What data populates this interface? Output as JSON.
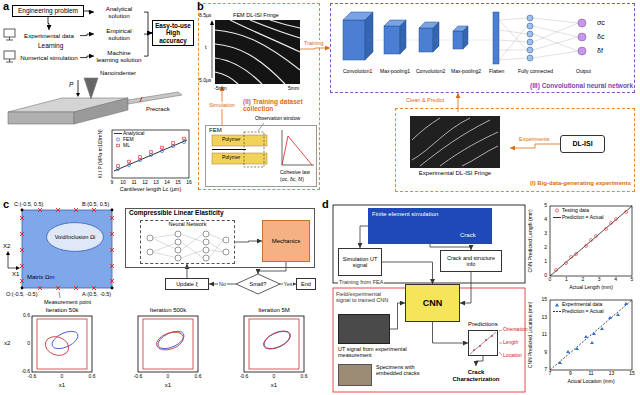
{
  "diagram": {
    "nodes": [
      {
        "text": [
          "Engineering problem"
        ]
      },
      {
        "text": [
          "Analytical solution"
        ]
      },
      {
        "text": [
          "Experimental data"
        ]
      },
      {
        "text": [
          "Empirical solution"
        ]
      },
      {
        "text": [
          "Numerical simulation"
        ]
      },
      {
        "text": [
          "Machine learning solution"
        ]
      },
      {
        "text": [
          "Easy-to-use High accuracy"
        ]
      },
      {
        "text": [
          "(II) Training dataset collection"
        ]
      },
      {
        "text": [
          "FEM DL-ISI Fringe"
        ],
        "in": 7
      },
      {
        "text": [
          "FEM"
        ],
        "in": 7
      },
      {
        "text": [
          "(III) Convolutional neural network"
        ]
      },
      {
        "text": [
          "(I) Big-data-generating experiments"
        ]
      },
      {
        "text": [
          "Experimental DL-ISI Fringe"
        ],
        "in": 11
      },
      {
        "text": [
          "DL-ISI"
        ],
        "in": 11
      },
      {
        "text": [
          "Matrix Ωm"
        ]
      },
      {
        "text": [
          "Void/inclusion Ωi"
        ],
        "in": 14
      },
      {
        "text": [
          "Compressible Linear Elasticity"
        ]
      },
      {
        "text": [
          "Neural Network"
        ],
        "in": 16
      },
      {
        "text": [
          "Mechanics"
        ],
        "in": 16
      },
      {
        "text": [
          "Small?"
        ]
      },
      {
        "text": [
          "End"
        ]
      },
      {
        "text": [
          "Update ξ"
        ]
      },
      {
        "text": [
          "Finite element simulation",
          "Crack"
        ]
      },
      {
        "text": [
          "Simulation UT signal"
        ]
      },
      {
        "text": [
          "Crack and structure info"
        ]
      },
      {
        "text": [
          "CNN"
        ]
      },
      {
        "text": [
          "UT signal from experimental measurement"
        ]
      },
      {
        "text": [
          "Specimens with embedded cracks"
        ]
      },
      {
        "text": [
          "Predictions"
        ]
      },
      {
        "text": [
          "Crack Characterization"
        ]
      }
    ],
    "edges": [
      {
        "from": 0,
        "to": 1,
        "arrow": "to"
      },
      {
        "from": 0,
        "to": 2,
        "arrow": "to"
      },
      {
        "from": 2,
        "to": 3,
        "arrow": "to"
      },
      {
        "from": 4,
        "to": 5,
        "arrow": "to"
      },
      {
        "from": 1,
        "to": 6,
        "arrow": "to"
      },
      {
        "from": 3,
        "to": 6,
        "arrow": "to"
      },
      {
        "from": 5,
        "to": 6,
        "arrow": "to"
      },
      {
        "from": 9,
        "to": 8,
        "arrow": "to",
        "label": "Simulation"
      },
      {
        "from": 8,
        "to": 10,
        "arrow": "to",
        "label": "Training"
      },
      {
        "from": 12,
        "to": 10,
        "arrow": "to",
        "label": "Clean & Predict"
      },
      {
        "from": 13,
        "to": 12,
        "arrow": "to",
        "label": "Experiments"
      },
      {
        "from": 17,
        "to": 18,
        "arrow": "to"
      },
      {
        "from": 18,
        "to": 19,
        "arrow": "to"
      },
      {
        "from": 19,
        "to": 20,
        "arrow": "to",
        "label": "Yes"
      },
      {
        "from": 19,
        "to": 21,
        "arrow": "to",
        "label": "No"
      },
      {
        "from": 21,
        "to": 17,
        "arrow": "to"
      },
      {
        "from": 22,
        "to": 23,
        "arrow": "to"
      },
      {
        "from": 22,
        "to": 24,
        "arrow": "to"
      },
      {
        "from": 23,
        "to": 25,
        "arrow": "to",
        "label": "Training from FEA"
      },
      {
        "from": 24,
        "to": 25,
        "arrow": "to"
      },
      {
        "from": 26,
        "to": 25,
        "arrow": "to",
        "label": "Field/experimental signal to trained CNN"
      },
      {
        "from": 25,
        "to": 28,
        "arrow": "to"
      },
      {
        "from": 28,
        "to": 29,
        "arrow": "to"
      }
    ],
    "labels": [
      "a",
      "Learning",
      "Nanoindenter",
      "P",
      "Precrack",
      "KI / P (MPa·m1/2/mN)",
      "Cantilever length Lc (μm)",
      "9",
      "10",
      "11",
      "12",
      "13",
      "14",
      "15",
      "16",
      "b",
      "8.5µs",
      "t",
      "5.0µs",
      "-5mm",
      "5mm",
      "Observation window",
      "Polymer",
      "Polymer",
      "Cohesive law",
      "(σc, δc, δf)",
      "Convolution1",
      "Max-pooling1",
      "Convolution2",
      "Max-pooling2",
      "Flatten",
      "Fully connected",
      "Output",
      "σc",
      "δc",
      "δf",
      "c",
      "C:(-0.5, 0.5)",
      "B:(0.5, 0.5)",
      "O:(-0.5, -0.5)",
      "A:(0.5, -0.5)",
      "Measurement point",
      "X2",
      "X1",
      "Iteration 50k",
      "Iteration 500k",
      "Iteration 5M",
      "-0.6",
      "0",
      "0.6",
      "-0.6",
      "0",
      "0.6",
      "-0.6",
      "0",
      "0.6",
      "0.6",
      "0",
      "-0.6",
      "x1",
      "x1",
      "x1",
      "x2",
      "d",
      "Orientation",
      "Length",
      "Location",
      "CNN Predicted Length (mm)",
      "Actual Length (mm)",
      "0",
      "1",
      "2",
      "3",
      "4",
      "5",
      "0",
      "1",
      "2",
      "3",
      "4",
      "5",
      "CNN Predicted Location (mm)",
      "Actual Location (mm)",
      "7",
      "9",
      "11",
      "13",
      "15",
      "7",
      "9",
      "11",
      "13",
      "15"
    ],
    "legend": [
      {
        "text": "Analytical"
      },
      {
        "text": "FEM"
      },
      {
        "text": "ML"
      },
      {
        "text": "Testing data"
      },
      {
        "text": "Prediction = Actual"
      },
      {
        "text": "Experimental data"
      },
      {
        "text": "Prediction = Actual"
      }
    ]
  }
}
